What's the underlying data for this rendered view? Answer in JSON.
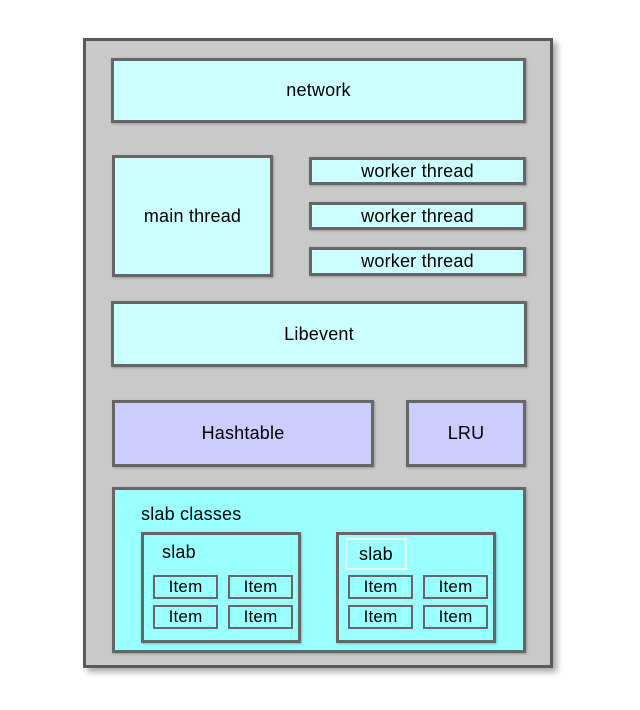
{
  "colors": {
    "canvas_bg": "#ffffff",
    "container_fill": "#c9c9c9",
    "container_border": "#595959",
    "box_border": "#666666",
    "cyan_light": "#ccffff",
    "cyan_bright": "#99ffff",
    "purple": "#ccccff",
    "slab_label_border": "#eeffff",
    "text": "#000000"
  },
  "nodes": {
    "network": {
      "label": "network"
    },
    "main_thread": {
      "label": "main thread"
    },
    "worker_threads": [
      {
        "label": "worker thread"
      },
      {
        "label": "worker thread"
      },
      {
        "label": "worker thread"
      }
    ],
    "libevent": {
      "label": "Libevent"
    },
    "hashtable": {
      "label": "Hashtable"
    },
    "lru": {
      "label": "LRU"
    },
    "slab_classes": {
      "label": "slab classes",
      "slabs": [
        {
          "label": "slab",
          "highlighted": false,
          "items": [
            "Item",
            "Item",
            "Item",
            "Item"
          ]
        },
        {
          "label": "slab",
          "highlighted": true,
          "items": [
            "Item",
            "Item",
            "Item",
            "Item"
          ]
        }
      ]
    }
  }
}
